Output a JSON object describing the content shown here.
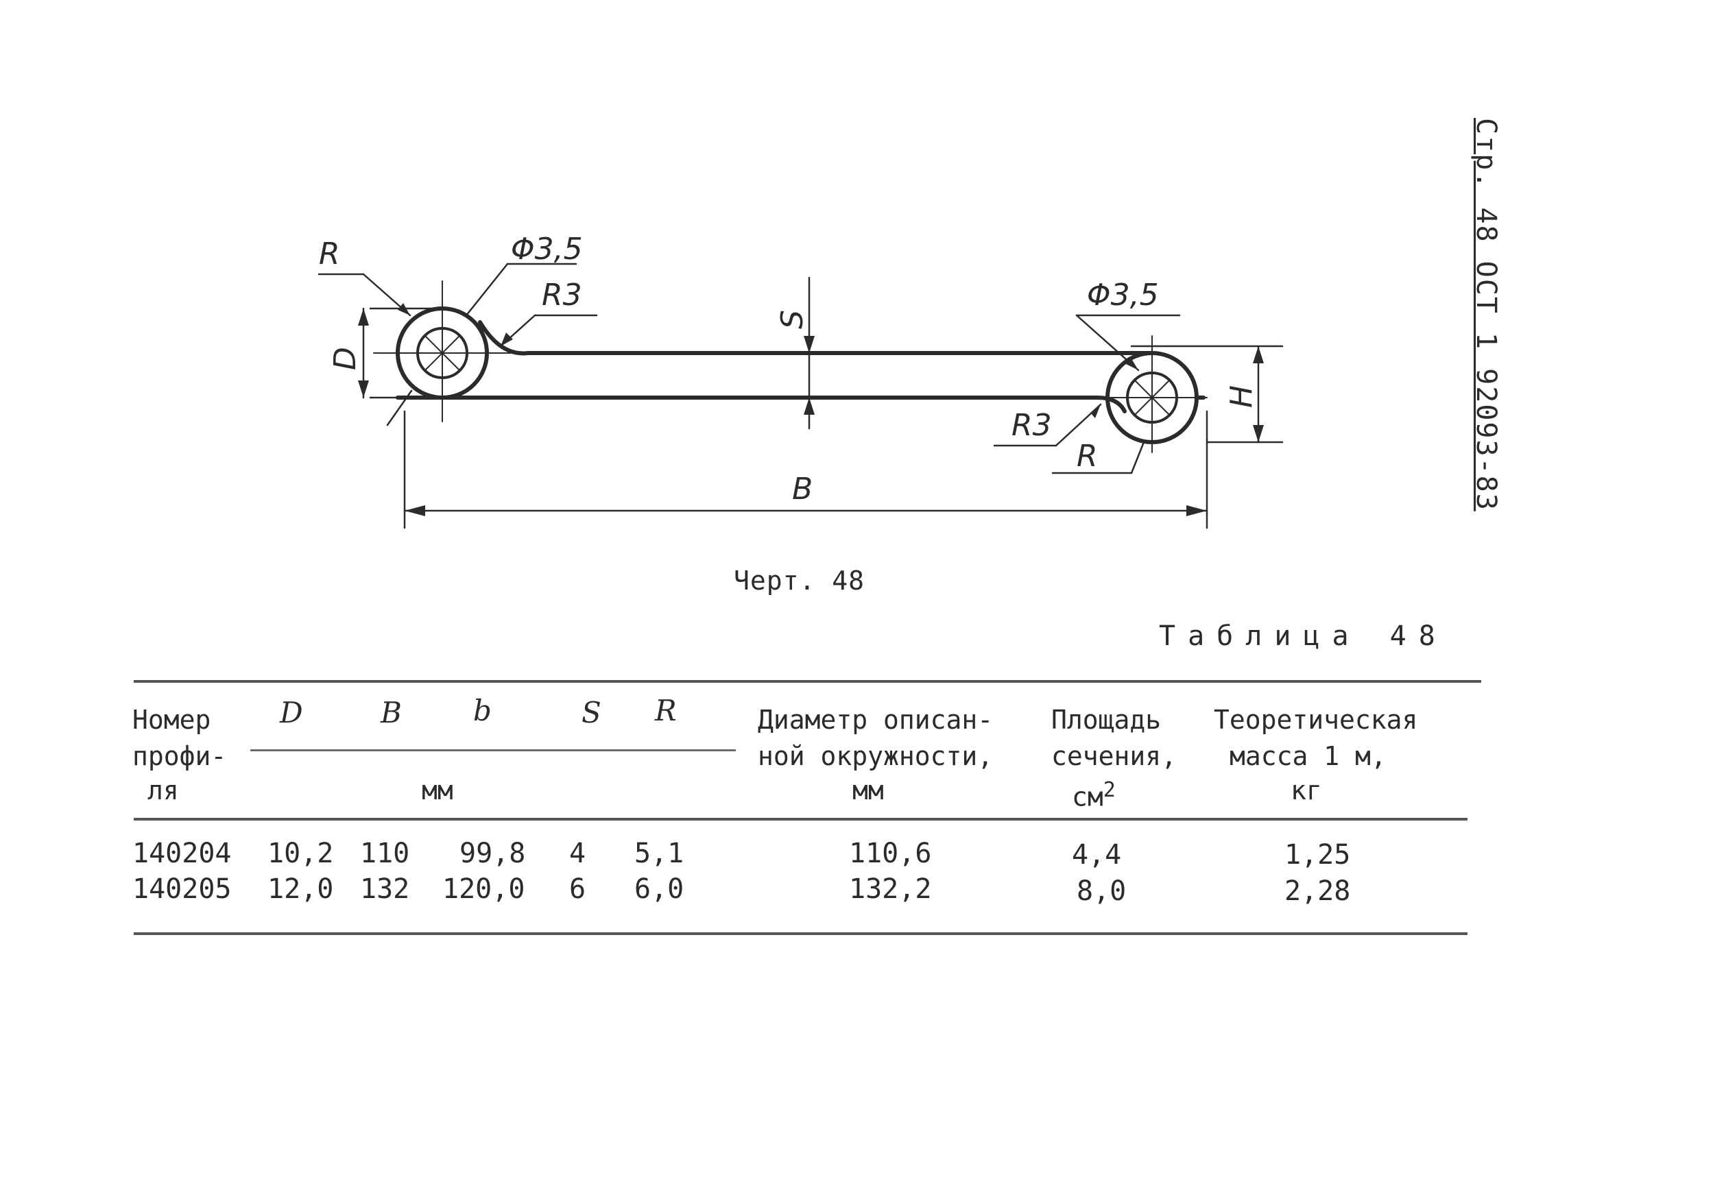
{
  "side_label": "Стр. 48 ОСТ 1 92093-83",
  "drawing": {
    "labels": {
      "R_top": "R",
      "phi_left": "Φ3,5",
      "R3_top": "R3",
      "D": "D",
      "S": "S",
      "phi_right": "Φ3,5",
      "H": "H",
      "R3_bottom": "R3",
      "R_bottom": "R",
      "B": "B"
    },
    "caption": "Черт. 48"
  },
  "table": {
    "title": "Таблица 48",
    "headers": {
      "profile_1": "Номер",
      "profile_2": "профи-",
      "profile_3": "ля",
      "D": "D",
      "B": "B",
      "b": "b",
      "S": "S",
      "R": "R",
      "mm_group": "мм",
      "diam_1": "Диаметр описан-",
      "diam_2": "ной окружности,",
      "diam_3": "мм",
      "area_1": "Площадь",
      "area_2": "сечения,",
      "area_3": "см",
      "area_sup": "2",
      "mass_1": "Теоретическая",
      "mass_2": "масса 1 м,",
      "mass_3": "кг"
    },
    "rows": [
      {
        "profile": "140204",
        "D": "10,2",
        "B": "110",
        "b": "99,8",
        "S": "4",
        "R": "5,1",
        "diameter": "110,6",
        "area": "4,4",
        "mass": "1,25"
      },
      {
        "profile": "140205",
        "D": "12,0",
        "B": "132",
        "b": "120,0",
        "S": "6",
        "R": "6,0",
        "diameter": "132,2",
        "area": "8,0",
        "mass": "2,28"
      }
    ]
  }
}
